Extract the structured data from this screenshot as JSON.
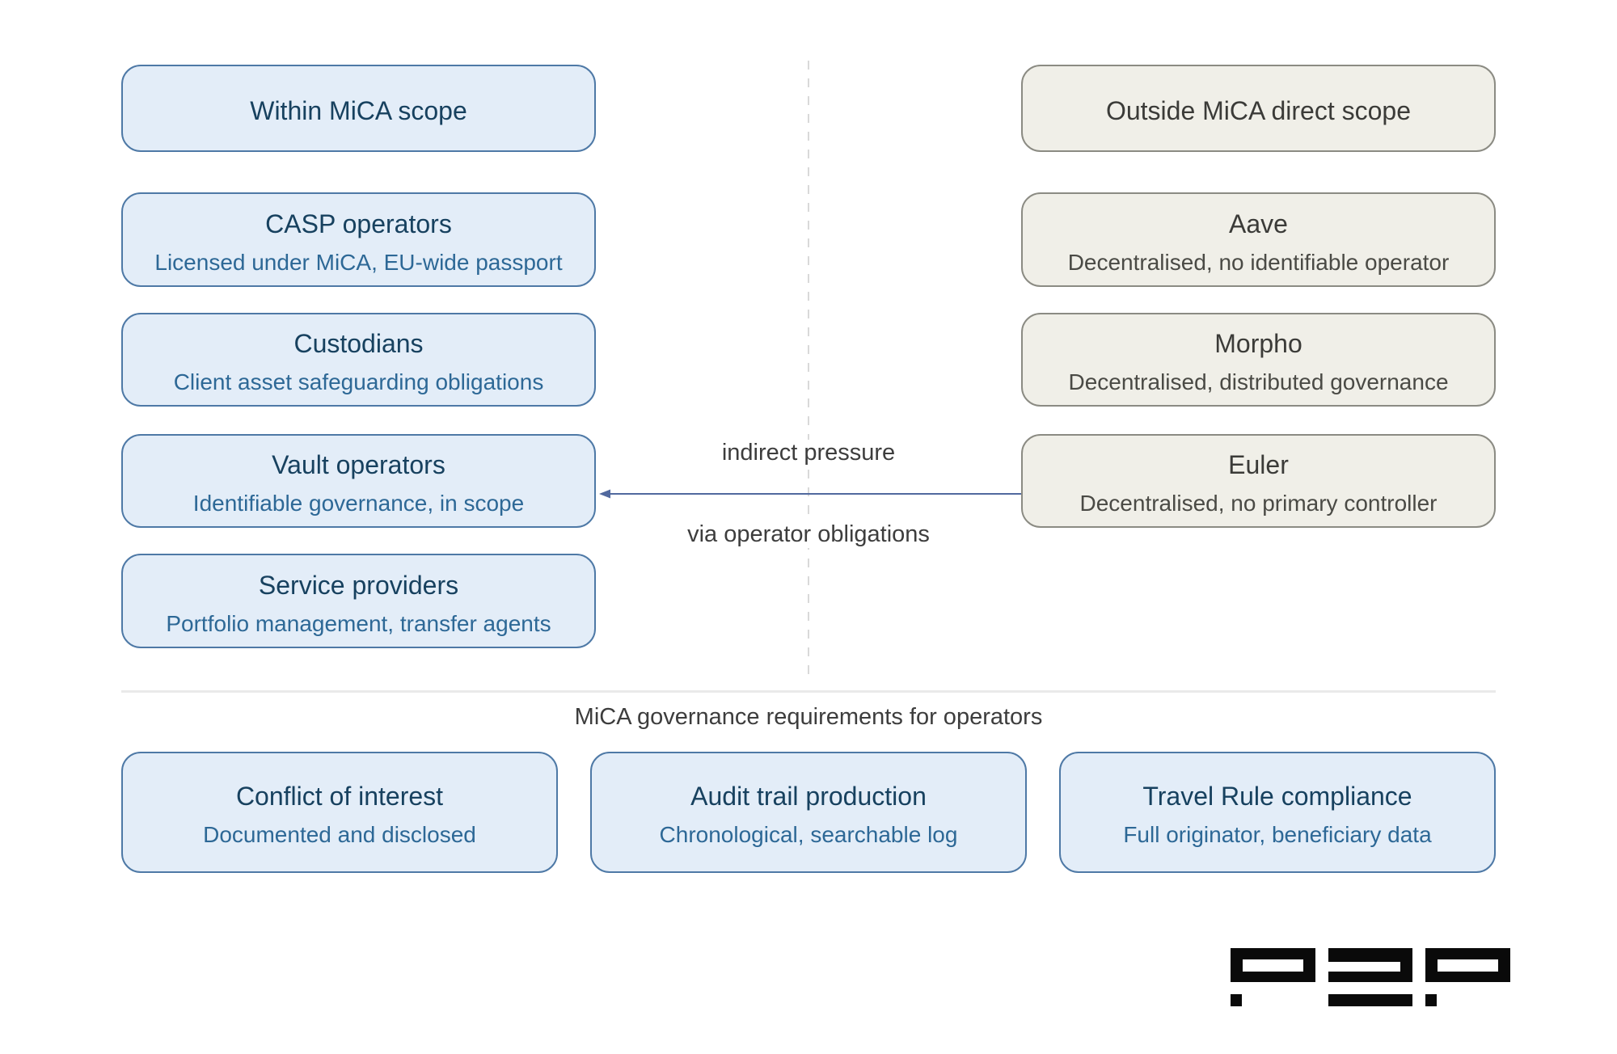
{
  "diagram": {
    "left_column": {
      "header": "Within MiCA scope",
      "boxes": [
        {
          "title": "CASP operators",
          "subtitle": "Licensed under MiCA, EU-wide passport"
        },
        {
          "title": "Custodians",
          "subtitle": "Client asset safeguarding obligations"
        },
        {
          "title": "Vault operators",
          "subtitle": "Identifiable governance, in scope"
        },
        {
          "title": "Service providers",
          "subtitle": "Portfolio management, transfer agents"
        }
      ]
    },
    "right_column": {
      "header": "Outside MiCA direct scope",
      "boxes": [
        {
          "title": "Aave",
          "subtitle": "Decentralised, no identifiable operator"
        },
        {
          "title": "Morpho",
          "subtitle": "Decentralised, distributed governance"
        },
        {
          "title": "Euler",
          "subtitle": "Decentralised, no primary controller"
        }
      ]
    },
    "connector": {
      "label_top": "indirect pressure",
      "label_bottom": "via operator obligations"
    },
    "governance": {
      "section_title": "MiCA governance requirements for operators",
      "boxes": [
        {
          "title": "Conflict of interest",
          "subtitle": "Documented and disclosed"
        },
        {
          "title": "Audit trail production",
          "subtitle": "Chronological, searchable log"
        },
        {
          "title": "Travel Rule compliance",
          "subtitle": "Full originator, beneficiary data"
        }
      ]
    },
    "logo": {
      "name": "P2P"
    },
    "colors": {
      "in_scope_fill": "#e3edf8",
      "in_scope_border": "#4e79a6",
      "in_scope_title": "#17415f",
      "in_scope_subtitle": "#2d6896",
      "out_scope_fill": "#f0efe8",
      "out_scope_border": "#8b8b83",
      "out_scope_text": "#3b3b38",
      "arrow": "#51699e",
      "dashed_divider": "#d9d9d9",
      "logo": "#0a0a0a"
    }
  }
}
